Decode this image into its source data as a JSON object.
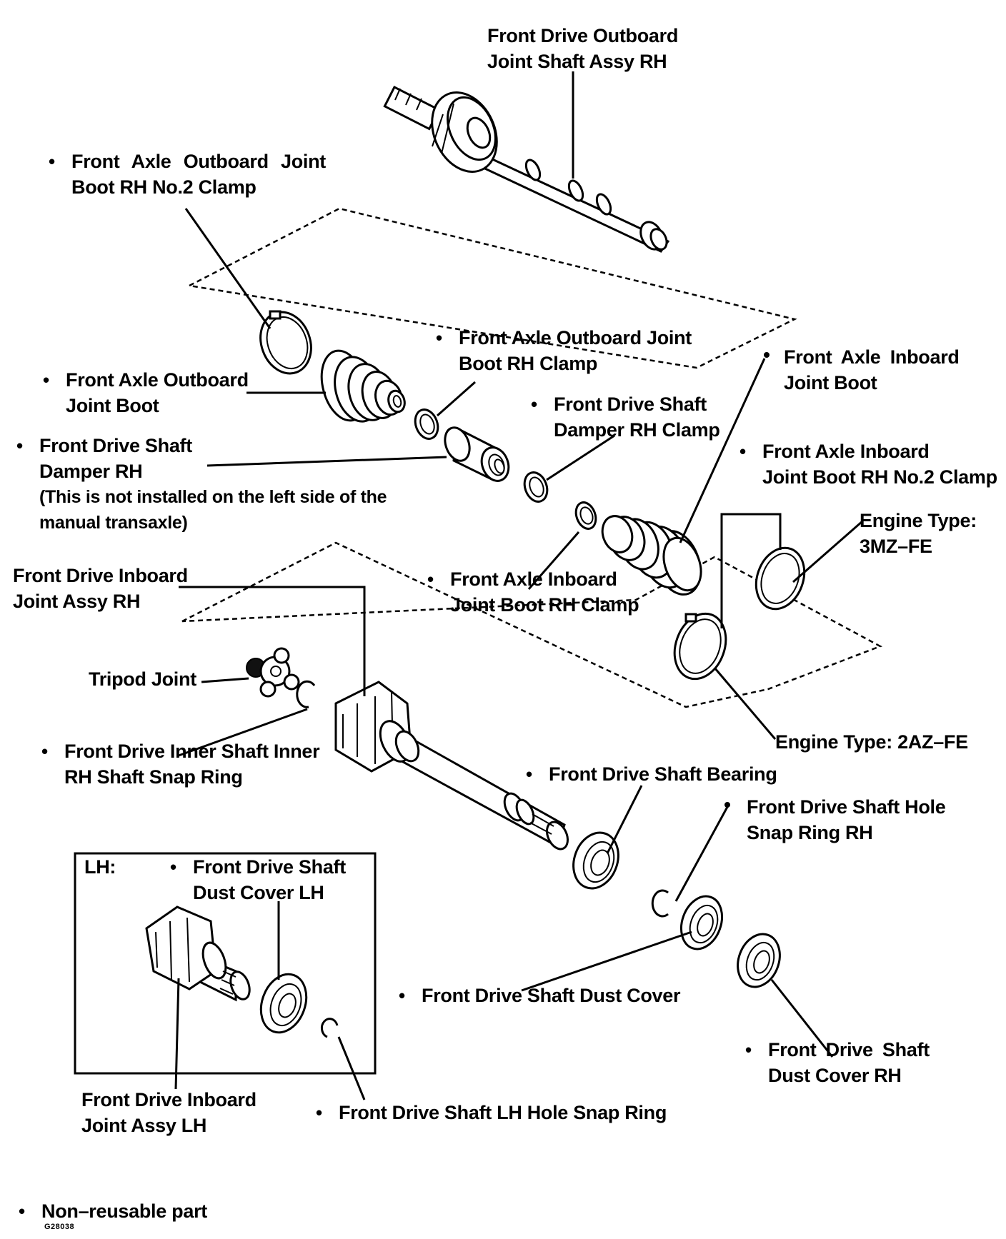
{
  "labels": {
    "outboard_joint_shaft": [
      "Front Drive Outboard",
      "Joint Shaft Assy RH"
    ],
    "outboard_boot_no2_clamp": [
      "Front Axle Outboard Joint",
      "Boot RH No.2 Clamp"
    ],
    "outboard_boot_clamp": [
      "Front Axle Outboard Joint",
      "Boot RH Clamp"
    ],
    "outboard_boot": [
      "Front Axle Outboard",
      "Joint Boot"
    ],
    "inboard_boot": [
      "Front Axle Inboard",
      "Joint Boot"
    ],
    "damper_clamp": [
      "Front Drive Shaft",
      "Damper RH Clamp"
    ],
    "damper": [
      "Front Drive Shaft",
      "Damper RH"
    ],
    "damper_note": [
      "(This is not installed on the left side of the",
      "manual transaxle)"
    ],
    "inboard_boot_no2_clamp": [
      "Front Axle Inboard",
      "Joint Boot RH No.2 Clamp"
    ],
    "engine_3mz": [
      "Engine Type:",
      "3MZ–FE"
    ],
    "inboard_joint_rh": [
      "Front Drive Inboard",
      "Joint Assy RH"
    ],
    "inboard_boot_clamp": [
      "Front Axle Inboard",
      "Joint Boot RH Clamp"
    ],
    "tripod_joint": "Tripod Joint",
    "inner_snap_ring": [
      "Front Drive Inner Shaft Inner",
      "RH Shaft Snap Ring"
    ],
    "engine_2az": "Engine Type: 2AZ–FE",
    "shaft_bearing": "Front Drive Shaft Bearing",
    "hole_snap_ring_rh": [
      "Front Drive Shaft Hole",
      "Snap Ring RH"
    ],
    "lh_header": "LH:",
    "dust_cover_lh": [
      "Front Drive Shaft",
      "Dust Cover LH"
    ],
    "dust_cover": "Front Drive Shaft Dust Cover",
    "dust_cover_rh": [
      "Front Drive Shaft",
      "Dust Cover RH"
    ],
    "inboard_joint_lh": [
      "Front Drive Inboard",
      "Joint Assy LH"
    ],
    "lh_hole_snap_ring": "Front Drive Shaft LH Hole Snap Ring",
    "legend": "Non–reusable part",
    "figure_code": "G28038"
  },
  "bullet_glyph": "•"
}
